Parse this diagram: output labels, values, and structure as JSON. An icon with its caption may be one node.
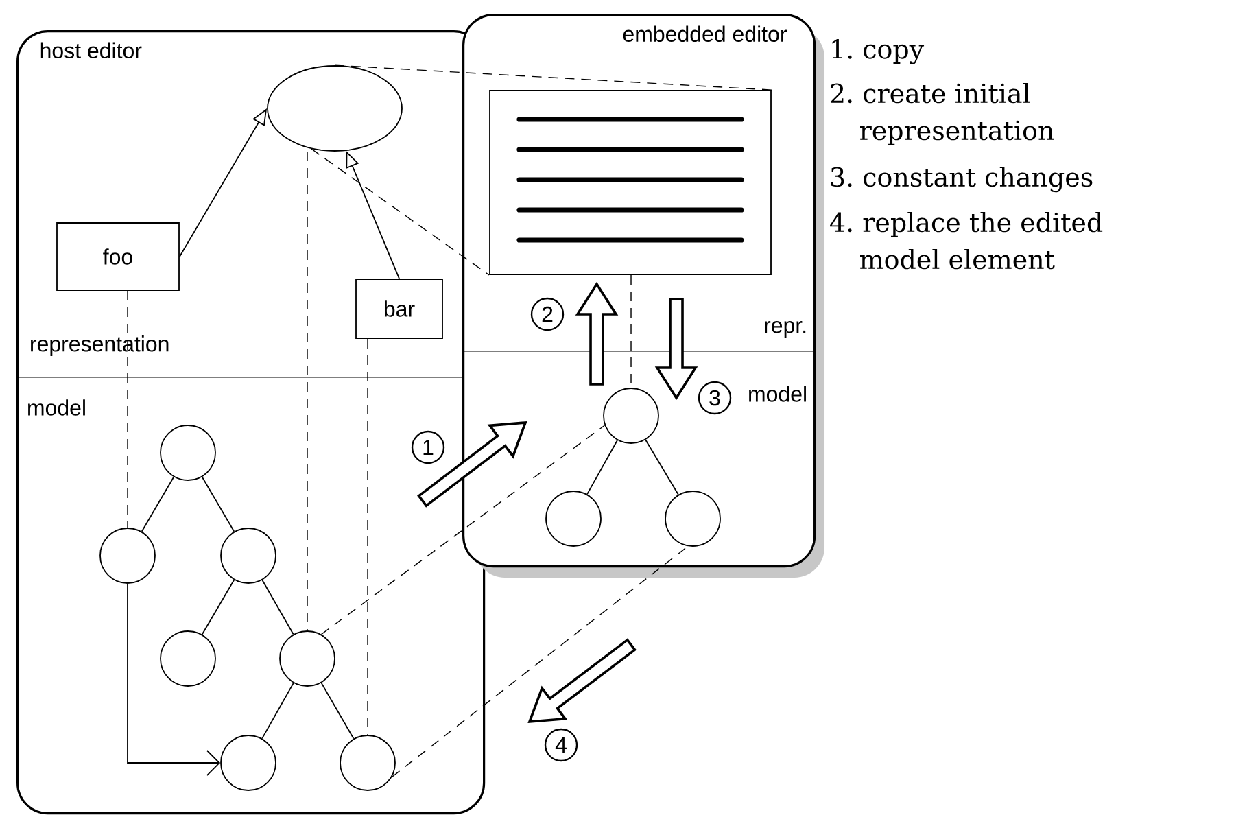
{
  "diagram": {
    "nodes": [
      {
        "text": [
          "host editor"
        ]
      },
      {
        "text": [],
        "shape": "ellipse",
        "in": 0
      },
      {
        "text": [
          "foo"
        ],
        "in": 0
      },
      {
        "text": [
          "bar"
        ],
        "in": 0
      },
      {
        "text": [],
        "shape": "circle",
        "in": 0
      },
      {
        "text": [],
        "shape": "circle",
        "in": 0
      },
      {
        "text": [],
        "shape": "circle",
        "in": 0
      },
      {
        "text": [],
        "shape": "circle",
        "in": 0
      },
      {
        "text": [],
        "shape": "circle",
        "in": 0
      },
      {
        "text": [],
        "shape": "circle",
        "in": 0
      },
      {
        "text": [],
        "shape": "circle",
        "in": 0
      },
      {
        "text": [
          "embedded editor"
        ]
      },
      {
        "text": [],
        "shape": "box",
        "in": 11
      },
      {
        "text": [],
        "shape": "circle",
        "in": 11
      },
      {
        "text": [],
        "shape": "circle",
        "in": 11
      },
      {
        "text": [],
        "shape": "circle",
        "in": 11
      }
    ],
    "edges": [
      {
        "from": 4,
        "to": 5,
        "arrow": "none"
      },
      {
        "from": 4,
        "to": 6,
        "arrow": "none"
      },
      {
        "from": 6,
        "to": 7,
        "arrow": "none"
      },
      {
        "from": 6,
        "to": 8,
        "arrow": "none"
      },
      {
        "from": 8,
        "to": 9,
        "arrow": "none"
      },
      {
        "from": 8,
        "to": 10,
        "arrow": "none"
      },
      {
        "from": 13,
        "to": 14,
        "arrow": "none"
      },
      {
        "from": 13,
        "to": 15,
        "arrow": "none"
      },
      {
        "from": 2,
        "to": 1,
        "arrow": "to"
      },
      {
        "from": 3,
        "to": 1,
        "arrow": "to"
      },
      {
        "from": 2,
        "to": 5,
        "arrow": "none",
        "style": "dashed"
      },
      {
        "from": 1,
        "to": 8,
        "arrow": "none",
        "style": "dashed"
      },
      {
        "from": 3,
        "to": 10,
        "arrow": "none",
        "style": "dashed"
      },
      {
        "from": 1,
        "to": 12,
        "arrow": "none",
        "style": "dashed"
      },
      {
        "from": 1,
        "to": 12,
        "arrow": "none",
        "style": "dashed"
      },
      {
        "from": 12,
        "to": 13,
        "arrow": "none",
        "style": "dashed"
      },
      {
        "from": 8,
        "to": 13,
        "arrow": "none",
        "style": "dashed"
      },
      {
        "from": 10,
        "to": 15,
        "arrow": "none",
        "style": "dashed"
      },
      {
        "from": 5,
        "to": 9,
        "arrow": "to"
      },
      {
        "from": 13,
        "to": 12,
        "arrow": "to",
        "style": "thick",
        "label": "2"
      },
      {
        "from": 12,
        "to": 13,
        "arrow": "to",
        "style": "thick",
        "label": "3"
      }
    ],
    "labels": [
      "representation",
      "model",
      "repr.",
      "model",
      "1",
      "4",
      "1. copy",
      "2. create initial representation",
      "3. constant changes",
      "4. replace the edited model element"
    ]
  }
}
